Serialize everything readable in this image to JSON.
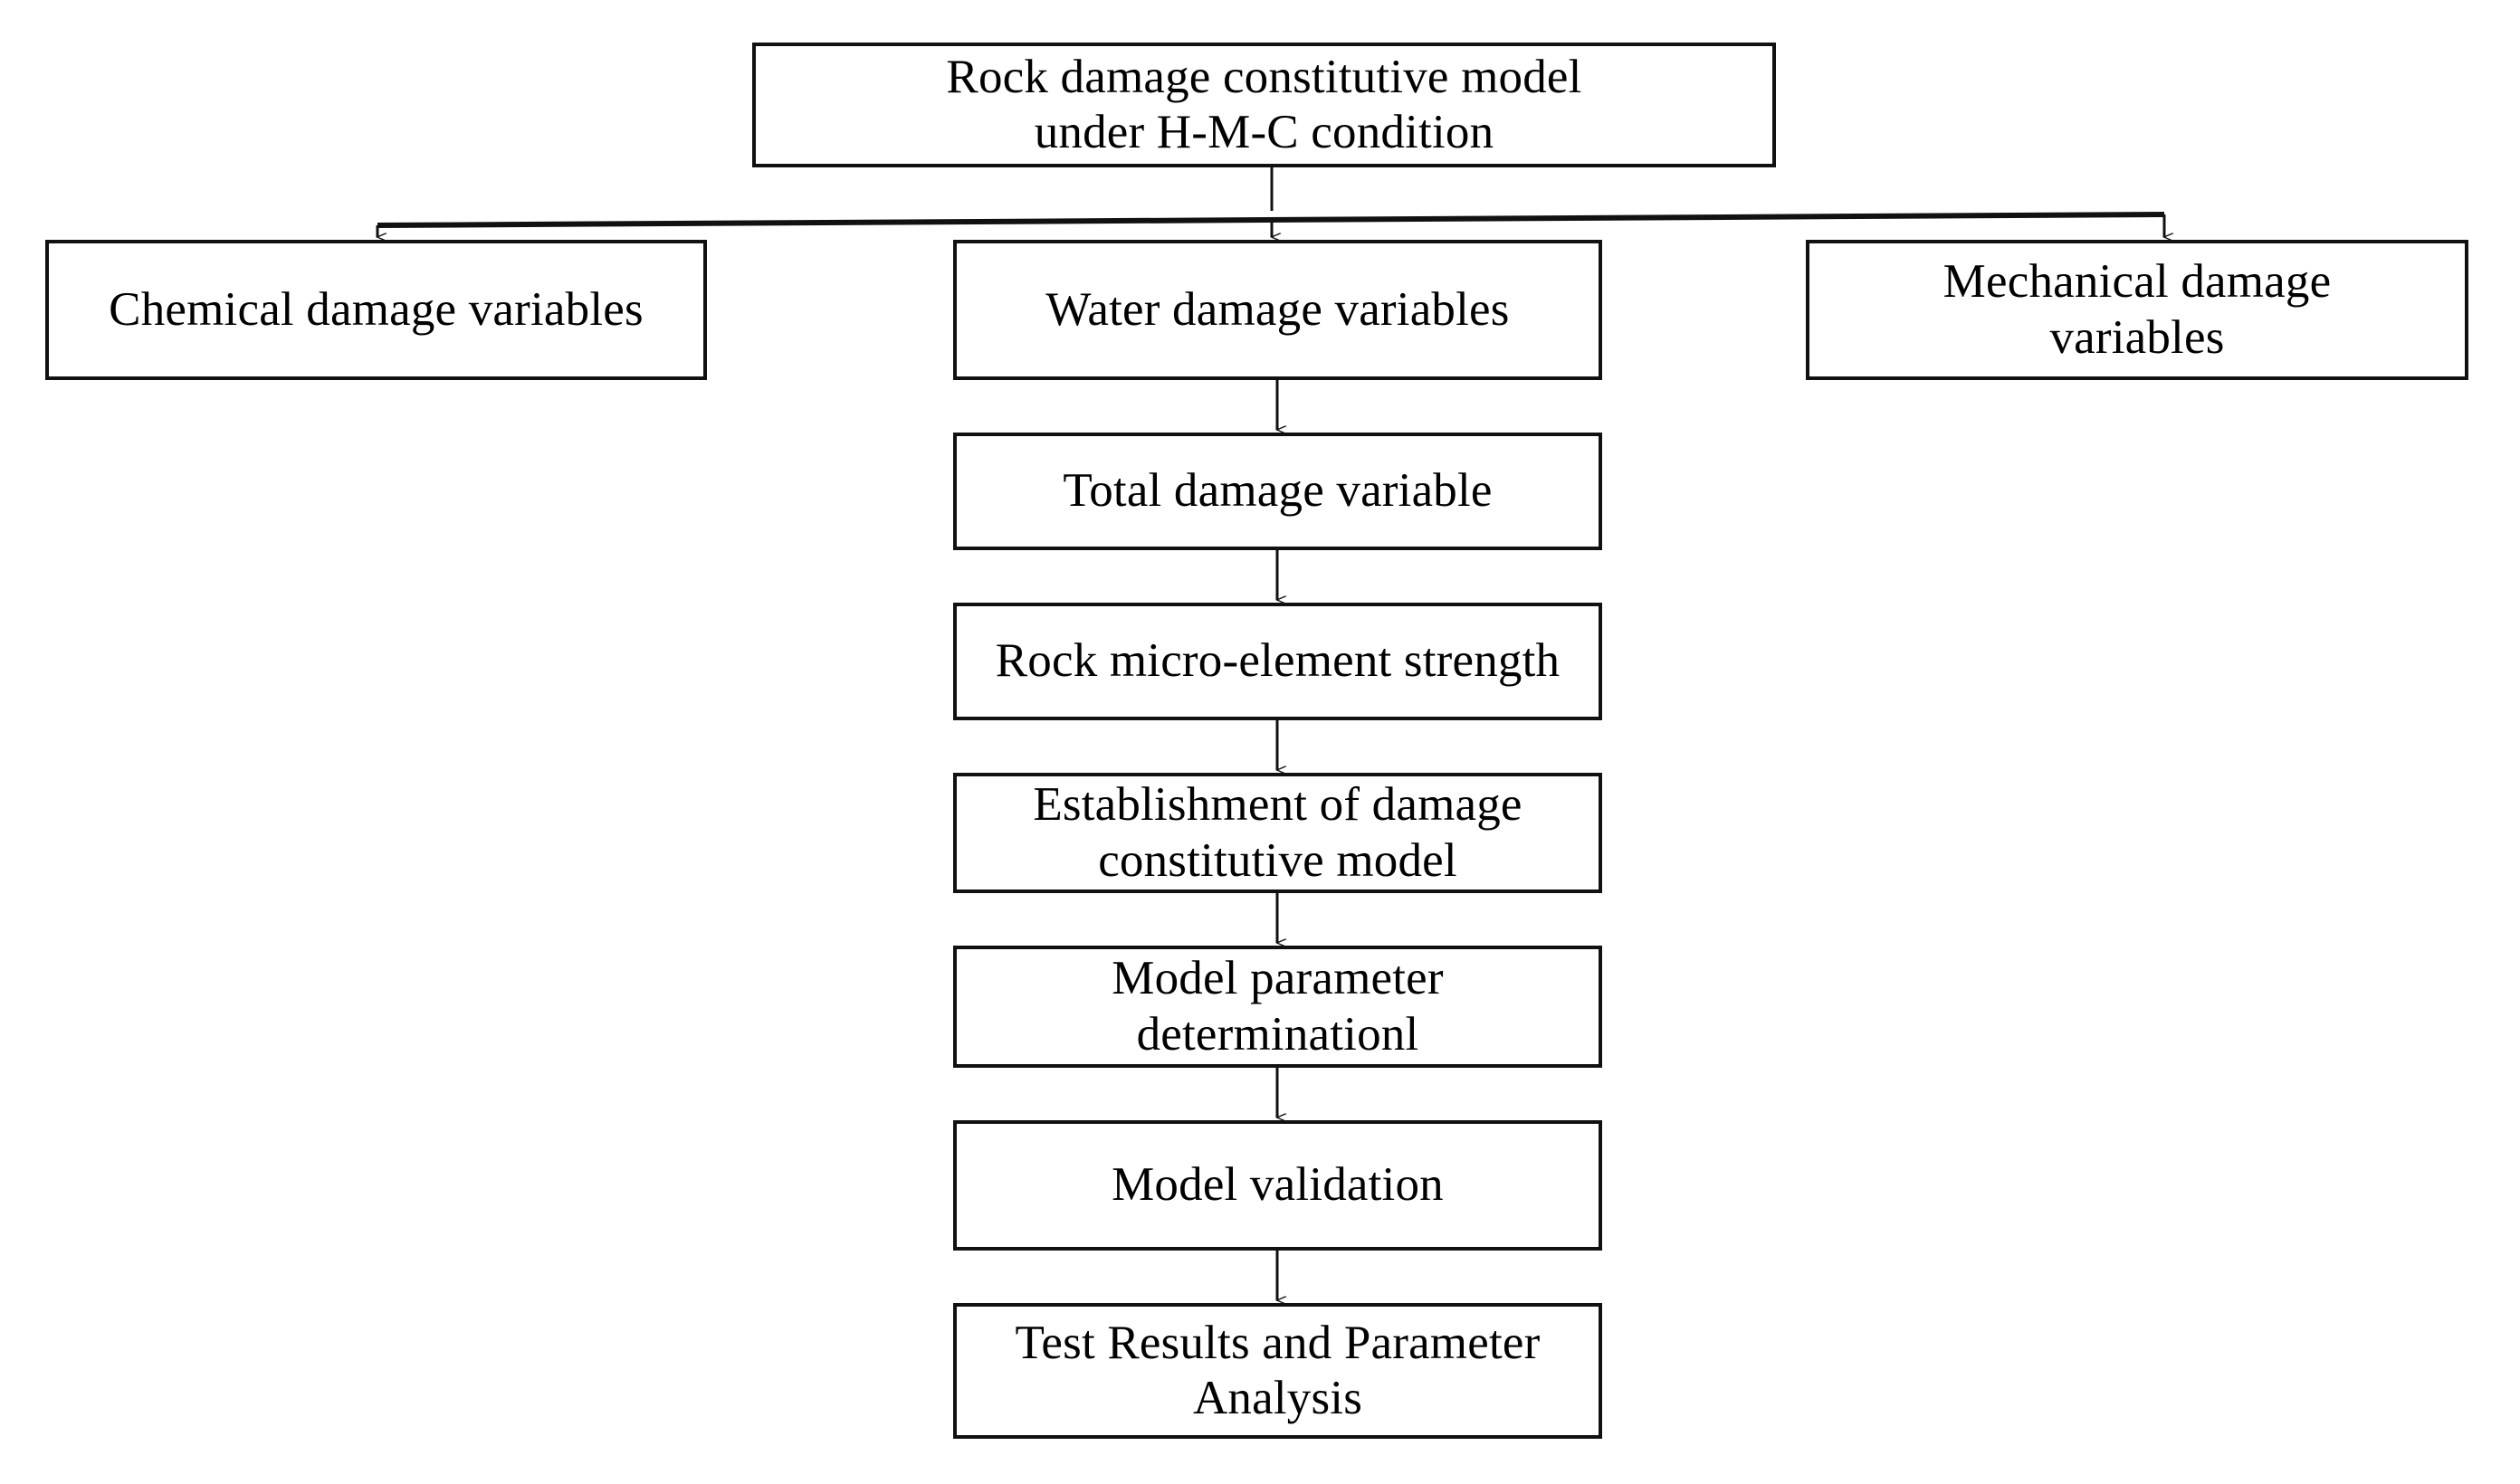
{
  "diagram": {
    "title_text": "Rock damage constitutive model\nunder H-M-C condition",
    "nodes": {
      "root": "Rock damage constitutive model\nunder H-M-C condition",
      "chemical": "Chemical damage variables",
      "water": "Water damage variables",
      "mechanical": "Mechanical damage\nvariables",
      "total": "Total damage variable",
      "micro": "Rock micro-element strength",
      "establishment": "Establishment of damage\nconstitutive  model",
      "parameter": "Model parameter\ndeterminationl",
      "validation": "Model validation",
      "results": "Test Results and Parameter\nAnalysis"
    },
    "colors": {
      "stroke": "#111111",
      "fill": "#ffffff",
      "text": "#000000"
    },
    "edges": [
      {
        "from": "root",
        "to": "chemical",
        "kind": "branch-left"
      },
      {
        "from": "root",
        "to": "water",
        "kind": "branch-center"
      },
      {
        "from": "root",
        "to": "mechanical",
        "kind": "branch-right"
      },
      {
        "from": "water",
        "to": "total",
        "kind": "vertical"
      },
      {
        "from": "total",
        "to": "micro",
        "kind": "vertical"
      },
      {
        "from": "micro",
        "to": "establishment",
        "kind": "vertical"
      },
      {
        "from": "establishment",
        "to": "parameter",
        "kind": "vertical"
      },
      {
        "from": "parameter",
        "to": "validation",
        "kind": "vertical"
      },
      {
        "from": "validation",
        "to": "results",
        "kind": "vertical"
      }
    ]
  }
}
